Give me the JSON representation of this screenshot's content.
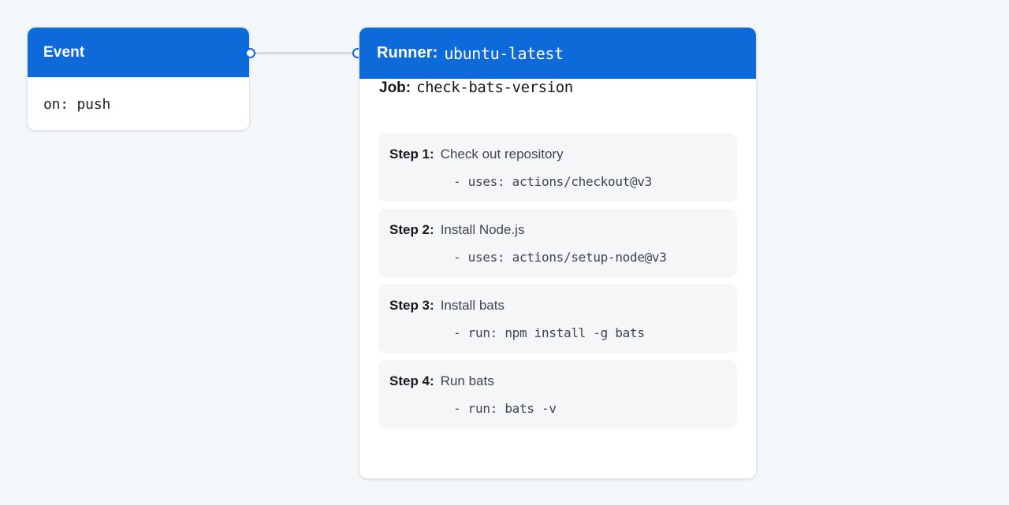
{
  "theme": {
    "page_background": "#f4f7fa",
    "accent": "#0d6ad8",
    "card_background": "#ffffff",
    "step_background": "#f5f6f8",
    "connector": "#d3d7dc",
    "text_primary": "#15181c",
    "text_secondary": "#3f4550"
  },
  "event_node": {
    "title": "Event",
    "trigger": "on: push"
  },
  "runner_node": {
    "runner_label": "Runner:",
    "runner_value": "ubuntu-latest",
    "job_label": "Job:",
    "job_value": "check-bats-version",
    "steps": [
      {
        "label": "Step 1:",
        "name": "Check out repository",
        "code": "- uses: actions/checkout@v3"
      },
      {
        "label": "Step 2:",
        "name": "Install Node.js",
        "code": "- uses: actions/setup-node@v3"
      },
      {
        "label": "Step 3:",
        "name": "Install bats",
        "code": "- run: npm install -g bats"
      },
      {
        "label": "Step 4:",
        "name": "Run bats",
        "code": "- run: bats -v"
      }
    ]
  },
  "connector": {
    "source_port": "event-output-port",
    "target_port": "runner-input-port"
  }
}
